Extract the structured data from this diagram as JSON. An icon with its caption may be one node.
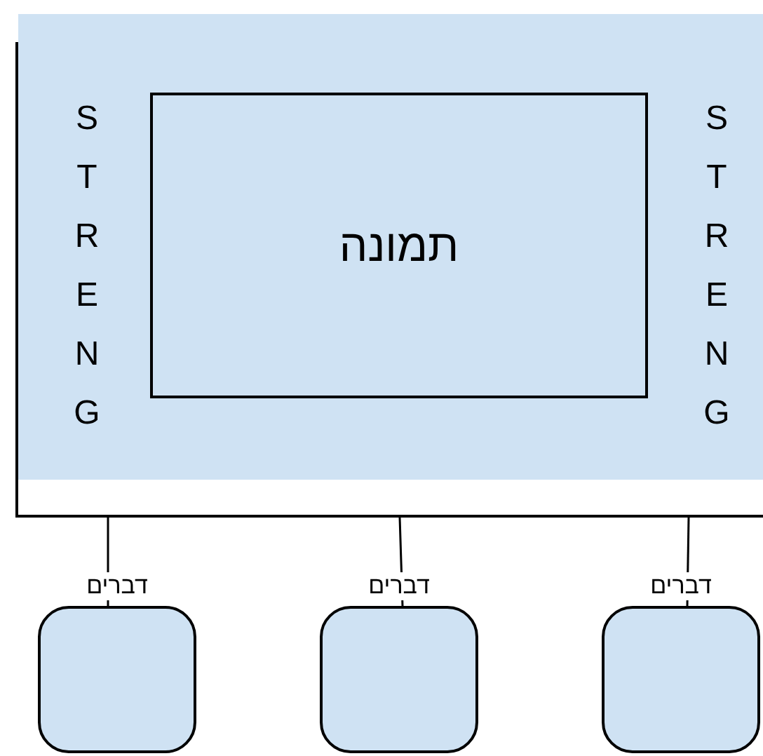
{
  "diagram": {
    "nodes": [
      {
        "text": [
          "STRENG",
          "STRENG"
        ]
      },
      {
        "text": [
          "תמונה"
        ],
        "in": 0
      },
      {
        "text": [],
        "shape": "bar"
      },
      {
        "text": [],
        "shape": "box",
        "beside": [
          "דברים"
        ]
      },
      {
        "text": [],
        "shape": "box",
        "beside": [
          "דברים"
        ]
      },
      {
        "text": [],
        "shape": "box",
        "beside": [
          "דברים"
        ]
      }
    ],
    "edges": [
      {
        "from": 2,
        "to": 3,
        "arrow": "none"
      },
      {
        "from": 2,
        "to": 4,
        "arrow": "none"
      },
      {
        "from": 2,
        "to": 5,
        "arrow": "none"
      }
    ]
  }
}
